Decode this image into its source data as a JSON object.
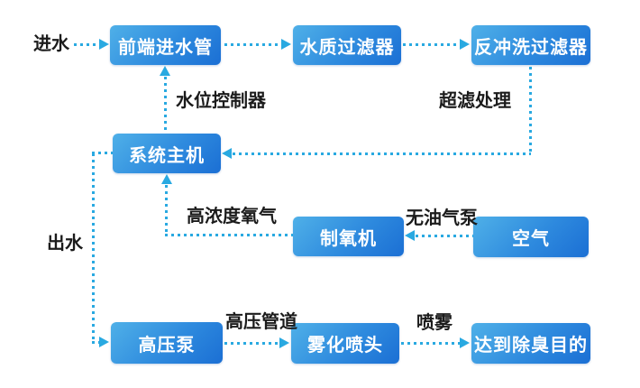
{
  "diagram": {
    "type": "flowchart",
    "background": "#ffffff",
    "colors": {
      "box_gradient_start": "#4fb0e8",
      "box_gradient_end": "#1b6fd4",
      "box_text": "#ffffff",
      "connector": "#29a9e1",
      "label_text": "#1b1b1b"
    },
    "nodes": {
      "inlet_pipe": "前端进水管",
      "water_filter": "水质过滤器",
      "backwash_filter": "反冲洗过滤器",
      "system_host": "系统主机",
      "oxygen_generator": "制氧机",
      "air": "空气",
      "high_pressure_pump": "高压泵",
      "atomizing_nozzle": "雾化喷头",
      "deodorization_goal": "达到除臭目的"
    },
    "labels": {
      "water_in": "进水",
      "water_level_controller": "水位控制器",
      "ultrafiltration": "超滤处理",
      "high_concentration_oxygen": "高浓度氧气",
      "oil_free_air_pump": "无油气泵",
      "water_out": "出水",
      "high_pressure_pipe": "高压管道",
      "spray": "喷雾"
    },
    "edges": [
      {
        "from": "water_in_label",
        "to": "inlet_pipe",
        "style": "dotted",
        "label": "进水"
      },
      {
        "from": "inlet_pipe",
        "to": "water_filter",
        "style": "dotted"
      },
      {
        "from": "water_filter",
        "to": "backwash_filter",
        "style": "dotted"
      },
      {
        "from": "system_host",
        "to": "inlet_pipe",
        "style": "dotted",
        "label": "水位控制器"
      },
      {
        "from": "backwash_filter",
        "to": "system_host",
        "style": "dotted",
        "label": "超滤处理"
      },
      {
        "from": "oxygen_generator",
        "to": "system_host",
        "style": "dotted",
        "label": "高浓度氧气"
      },
      {
        "from": "air",
        "to": "oxygen_generator",
        "style": "dotted",
        "label": "无油气泵"
      },
      {
        "from": "system_host",
        "to": "high_pressure_pump",
        "style": "dotted",
        "label": "出水"
      },
      {
        "from": "high_pressure_pump",
        "to": "atomizing_nozzle",
        "style": "dotted",
        "label": "高压管道"
      },
      {
        "from": "atomizing_nozzle",
        "to": "deodorization_goal",
        "style": "dotted",
        "label": "喷雾"
      }
    ]
  }
}
